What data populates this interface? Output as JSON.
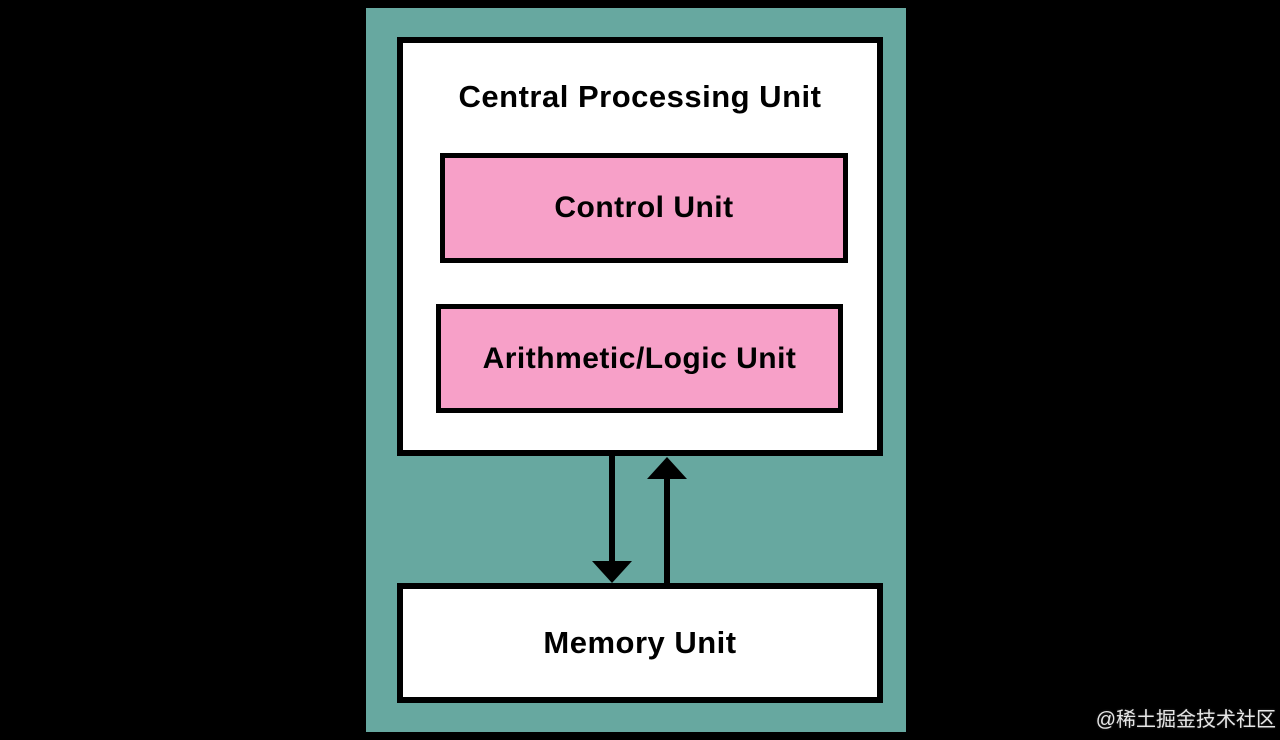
{
  "colors": {
    "canvas-bg": "#000000",
    "board-bg": "#67A8A0",
    "line-color": "#000000",
    "box-bg": "#FFFFFF",
    "pink-bg": "#F7A0C8",
    "text-color": "#000000",
    "watermark-color": "#E6E6E6"
  },
  "diagram": {
    "cpu": {
      "title": "Central Processing Unit",
      "children": [
        {
          "label": "Control Unit"
        },
        {
          "label": "Arithmetic/Logic Unit"
        }
      ]
    },
    "memory": {
      "label": "Memory Unit"
    },
    "arrows": [
      {
        "direction": "down",
        "from": "Central Processing Unit",
        "to": "Memory Unit"
      },
      {
        "direction": "up",
        "from": "Memory Unit",
        "to": "Central Processing Unit"
      }
    ]
  },
  "watermark": {
    "text": "@稀土掘金技术社区"
  }
}
